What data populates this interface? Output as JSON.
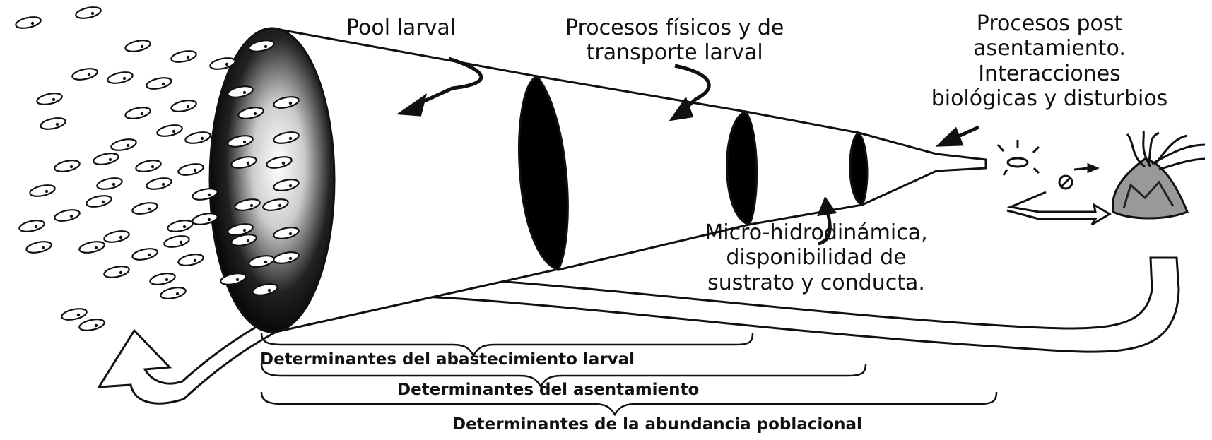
{
  "labels": {
    "pool_larval": "Pool larval",
    "procesos_fisicos": [
      "Procesos físicos y de",
      "transporte larval"
    ],
    "post_asentamiento": [
      "Procesos post",
      "asentamiento.",
      "Interacciones",
      "biológicas y disturbios"
    ],
    "micro": [
      "Micro-hidrodinámica,",
      "disponibilidad de",
      "sustrato y conducta."
    ]
  },
  "brackets": {
    "abastecimiento": "Determinantes del abastecimiento larval",
    "asentamiento": "Determinantes del asentamiento",
    "abundancia": "Determinantes de la abundancia poblacional"
  },
  "colors": {
    "ink": "#111111",
    "fill": "#ffffff"
  },
  "icons": [
    "larva-icon",
    "coral-recruit-icon",
    "curved-arrow-icon",
    "return-arrow-icon"
  ]
}
